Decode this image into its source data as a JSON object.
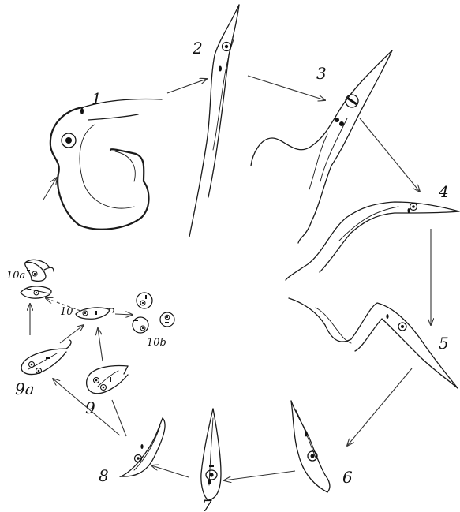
{
  "stages": {
    "s1": "1",
    "s2": "2",
    "s3": "3",
    "s4": "4",
    "s5": "5",
    "s6": "6",
    "s7": "7",
    "s8": "8",
    "s9": "9",
    "s9a": "9a",
    "s10": "10",
    "s10a": "10a",
    "s10b": "10b"
  },
  "colors": {
    "ink": "#1a1a1a",
    "background": "#ffffff"
  }
}
